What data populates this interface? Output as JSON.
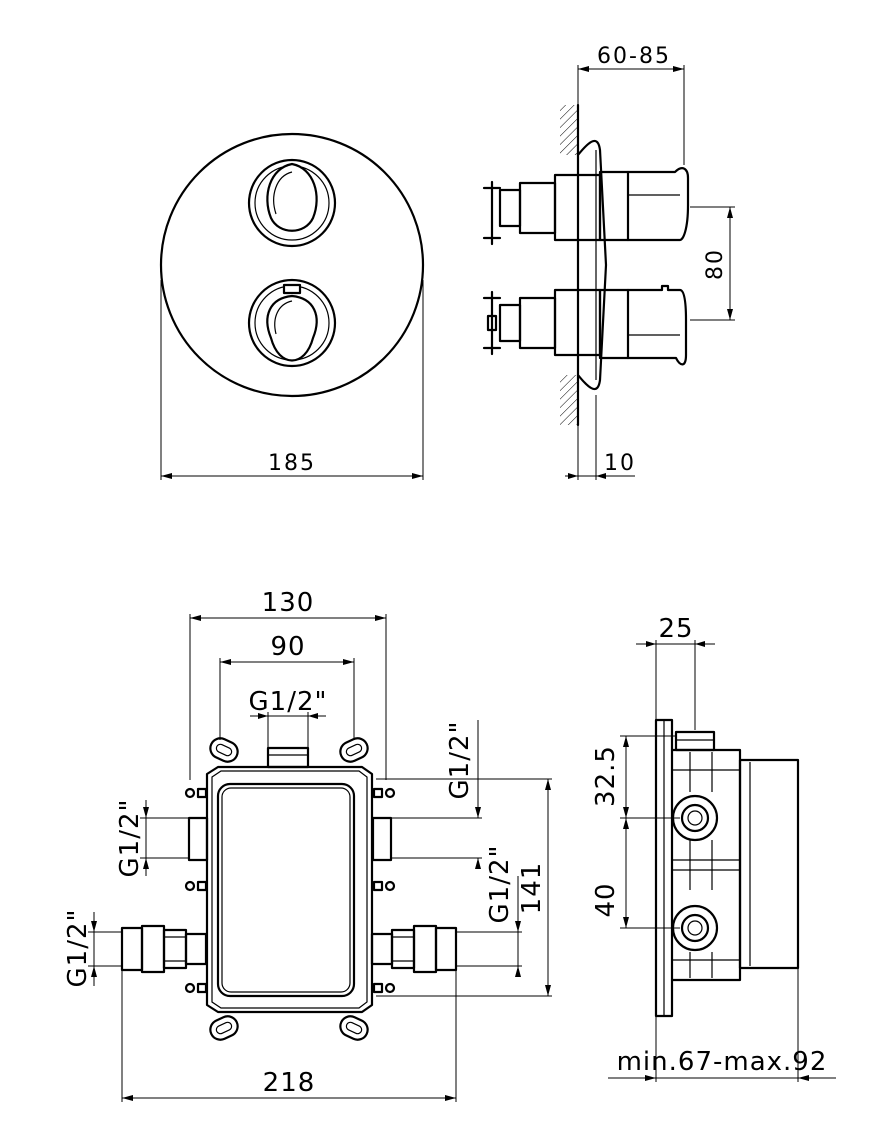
{
  "top_front": {
    "width_label": "185"
  },
  "top_side": {
    "depth_label": "60-85",
    "spacing_label": "80",
    "plate_label": "10"
  },
  "bottom_front": {
    "width_outer_label": "130",
    "width_inner_label": "90",
    "top_thread_label": "G1/2\"",
    "right_top_thread_label": "G1/2\"",
    "left_thread_label": "G1/2\"",
    "right_mid_thread_label": "G1/2\"",
    "left_bottom_thread_label": "G1/2\"",
    "height_label": "141",
    "overall_width_label": "218"
  },
  "bottom_side": {
    "top_label": "25",
    "upper_label": "32.5",
    "lower_label": "40",
    "depth_label": "min.67-max.92"
  }
}
